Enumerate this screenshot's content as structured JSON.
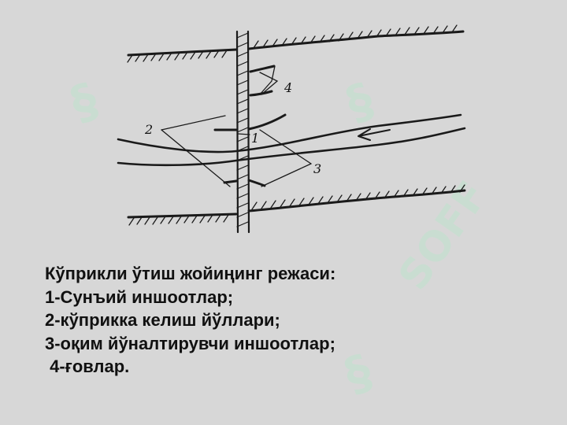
{
  "diagram": {
    "labels": {
      "n1": "1",
      "n2": "2",
      "n3": "3",
      "n4": "4"
    }
  },
  "caption": {
    "title": "Кўприкли ўтиш жойиңинг режаси:",
    "items": [
      "1-Сунъий иншоотлар;",
      "2-кўприкка келиш йўллари;",
      "3-оқим йўналтирувчи иншоотлар;",
      " 4-ғовлар."
    ]
  },
  "watermark": {
    "text": "SOFF",
    "color": "#bfe3cd"
  }
}
